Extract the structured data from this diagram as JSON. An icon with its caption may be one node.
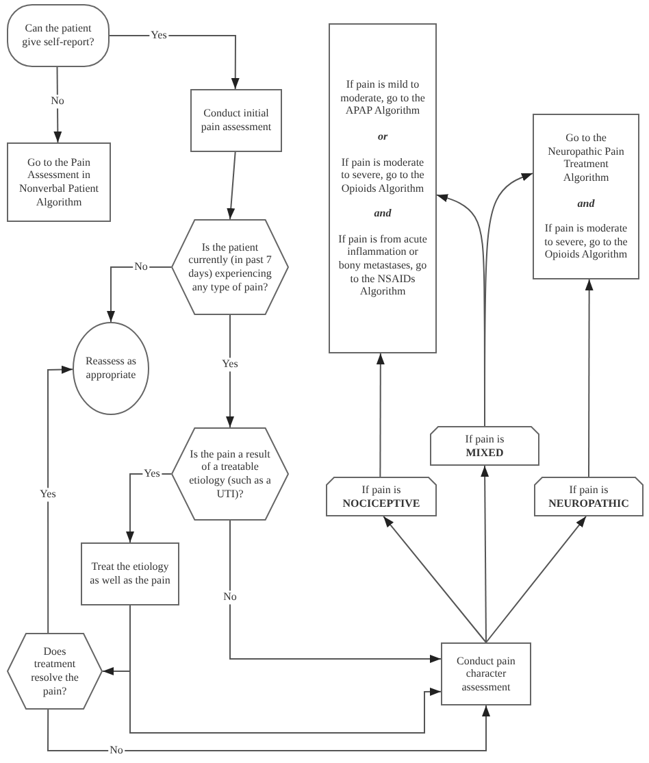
{
  "diagram": {
    "nodes": [
      {
        "text": [
          "Can the patient give self-report?"
        ]
      },
      {
        "text": [
          "Go to the Pain Assessment in Nonverbal Patient Algorithm"
        ]
      },
      {
        "text": [
          "Conduct initial pain assessment"
        ]
      },
      {
        "text": [
          "Is the patient currently (in past 7 days) experiencing any type of pain?"
        ]
      },
      {
        "text": [
          "Reassess as appropriate"
        ]
      },
      {
        "text": [
          "Is the pain a result of a treatable etiology (such as a UTI)?"
        ]
      },
      {
        "text": [
          "Treat the etiology as well as the pain"
        ]
      },
      {
        "text": [
          "Does treatment resolve the pain?"
        ]
      },
      {
        "text": [
          "Conduct pain character assessment"
        ]
      },
      {
        "text": [
          "If pain is **NOCICEPTIVE**"
        ]
      },
      {
        "text": [
          "If pain is **MIXED**"
        ]
      },
      {
        "text": [
          "If pain is **NEUROPATHIC**"
        ]
      },
      {
        "text": [
          "If pain is mild to moderate, go to the APAP Algorithm",
          "or",
          "If pain is moderate to severe, go to the Opioids Algorithm",
          "and",
          "If pain is from acute inflammation or bony metastases, go to the NSAIDs Algorithm"
        ]
      },
      {
        "text": [
          "Go to the Neuropathic Pain Treatment Algorithm",
          "and",
          "If pain is moderate to severe, go to the Opioids Algorithm"
        ]
      }
    ],
    "edges": [
      {
        "from": 0,
        "to": 2,
        "arrow": "to",
        "label": "Yes"
      },
      {
        "from": 0,
        "to": 1,
        "arrow": "to",
        "label": "No"
      },
      {
        "from": 2,
        "to": 3,
        "arrow": "to"
      },
      {
        "from": 3,
        "to": 4,
        "arrow": "to",
        "label": "No"
      },
      {
        "from": 3,
        "to": 5,
        "arrow": "to",
        "label": "Yes"
      },
      {
        "from": 5,
        "to": 6,
        "arrow": "to",
        "label": "Yes"
      },
      {
        "from": 5,
        "to": 8,
        "arrow": "to",
        "label": "No"
      },
      {
        "from": 6,
        "to": 7,
        "arrow": "to"
      },
      {
        "from": 6,
        "to": 8,
        "arrow": "to"
      },
      {
        "from": 7,
        "to": 4,
        "arrow": "to",
        "label": "Yes"
      },
      {
        "from": 7,
        "to": 8,
        "arrow": "to",
        "label": "No"
      },
      {
        "from": 8,
        "to": 9,
        "arrow": "to"
      },
      {
        "from": 8,
        "to": 10,
        "arrow": "to"
      },
      {
        "from": 8,
        "to": 11,
        "arrow": "to"
      },
      {
        "from": 9,
        "to": 12,
        "arrow": "to"
      },
      {
        "from": 10,
        "to": 12,
        "arrow": "to"
      },
      {
        "from": 10,
        "to": 13,
        "arrow": "to"
      },
      {
        "from": 11,
        "to": 13,
        "arrow": "to"
      }
    ]
  }
}
